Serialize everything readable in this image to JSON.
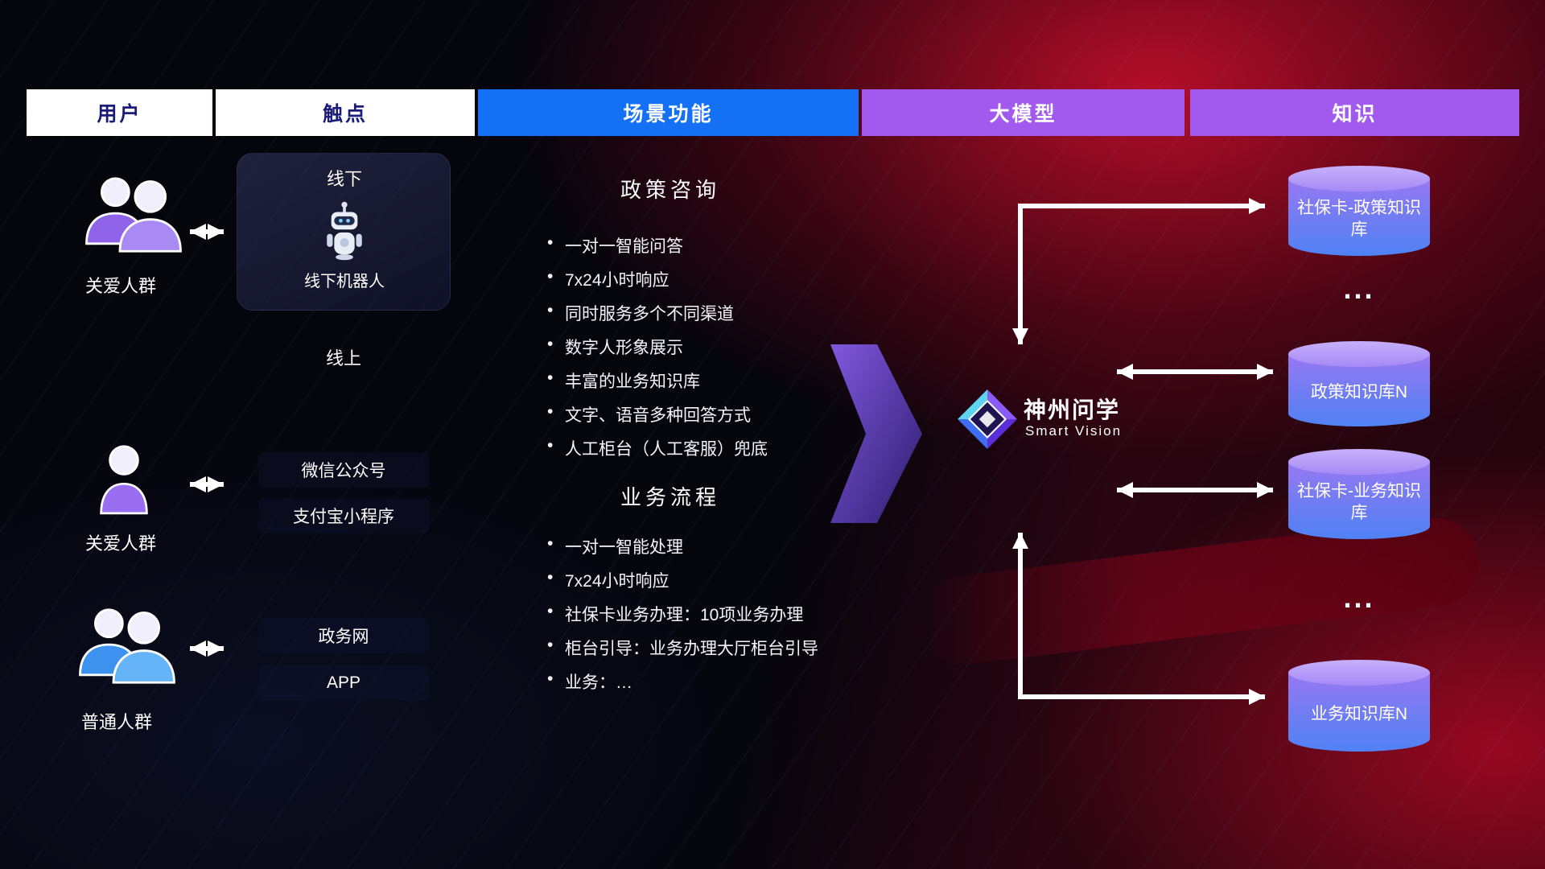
{
  "headers": [
    {
      "label": "用户",
      "variant": "white"
    },
    {
      "label": "触点",
      "variant": "white"
    },
    {
      "label": "场景功能",
      "variant": "blue"
    },
    {
      "label": "大模型",
      "variant": "purple"
    },
    {
      "label": "知识",
      "variant": "purple"
    }
  ],
  "users": {
    "group1": {
      "label": "关爱人群"
    },
    "group2": {
      "label": "关爱人群"
    },
    "group3": {
      "label": "普通人群"
    }
  },
  "touchpoints": {
    "offline": {
      "title": "线下",
      "robot_label": "线下机器人"
    },
    "online": {
      "title": "线上",
      "channels": [
        "微信公众号",
        "支付宝小程序",
        "政务网",
        "APP"
      ]
    }
  },
  "scenarios": {
    "policy": {
      "title": "政策咨询",
      "items": [
        "一对一智能问答",
        "7x24小时响应",
        "同时服务多个不同渠道",
        "数字人形象展示",
        "丰富的业务知识库",
        "文字、语音多种回答方式",
        "人工柜台（人工客服）兜底"
      ]
    },
    "business": {
      "title": "业务流程",
      "items": [
        "一对一智能处理",
        "7x24小时响应",
        "社保卡业务办理：10项业务办理",
        "柜台引导：业务办理大厅柜台引导",
        "业务：…"
      ]
    }
  },
  "model": {
    "name": "神州问学",
    "subtitle": "Smart Vision"
  },
  "knowledge": {
    "cylinders": [
      "社保卡-政策知识库",
      "政策知识库N",
      "社保卡-业务知识库",
      "业务知识库N"
    ],
    "ellipsis": "..."
  },
  "colors": {
    "header_blue": "#1470f5",
    "header_purple": "#a159ee",
    "header_text_navy": "#1c1c7a",
    "cylinder_top": "#b9a0f8",
    "cylinder_bottom": "#4f82f4",
    "big_arrow_purple": "#6b43d8",
    "background_red": "#8a0a1e",
    "connector_white": "#ffffff"
  }
}
